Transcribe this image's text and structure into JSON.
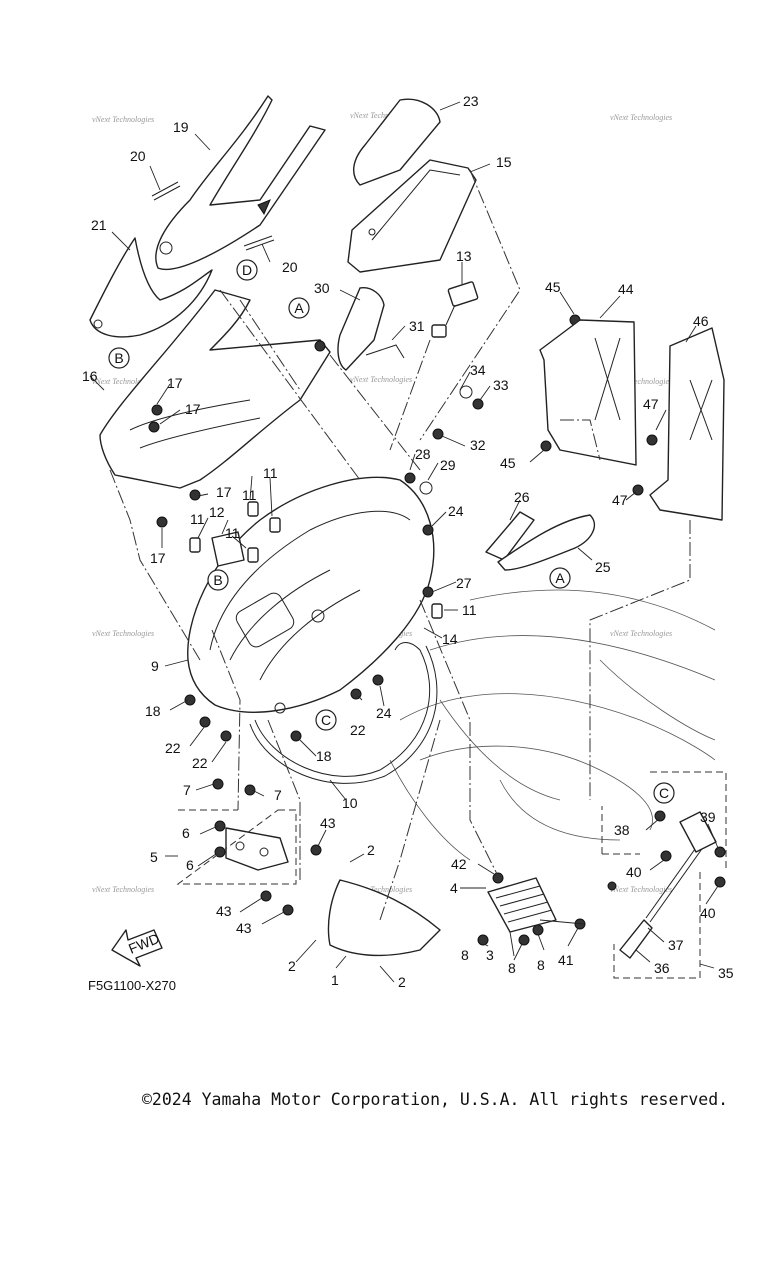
{
  "callouts": [
    "1",
    "2",
    "3",
    "4",
    "5",
    "6",
    "7",
    "8",
    "9",
    "10",
    "11",
    "12",
    "13",
    "14",
    "15",
    "16",
    "17",
    "18",
    "19",
    "20",
    "21",
    "22",
    "23",
    "24",
    "25",
    "26",
    "27",
    "28",
    "29",
    "30",
    "31",
    "32",
    "33",
    "34",
    "35",
    "36",
    "37",
    "38",
    "39",
    "40",
    "41",
    "42",
    "43",
    "44",
    "45",
    "46",
    "47"
  ],
  "ref_letters": {
    "a": "A",
    "b": "B",
    "c": "C",
    "d": "D"
  },
  "fwd_label": "FWD",
  "drawing_code": "F5G1100-X270",
  "watermark": "vNext Technologies",
  "copyright": "©2024 Yamaha Motor Corporation, U.S.A. All rights reserved."
}
